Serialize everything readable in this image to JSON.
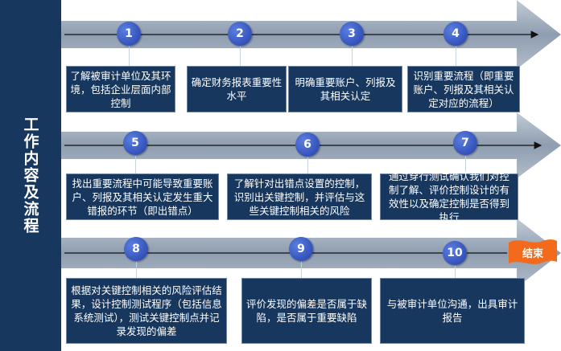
{
  "sidebar": {
    "title": "工作内容及流程"
  },
  "steps": [
    {
      "number": "1",
      "text": "了解被审计单位及其环境，包括企业层面内部控制"
    },
    {
      "number": "2",
      "text": "确定财务报表重要性水平"
    },
    {
      "number": "3",
      "text": "明确重要账户、列报及其相关认定"
    },
    {
      "number": "4",
      "text": "识别重要流程（即重要账户、列报及其相关认定对应的流程）"
    },
    {
      "number": "5",
      "text": "找出重要流程中可能导致重要账户、列报及其相关认定发生重大错报的环节（即出错点）"
    },
    {
      "number": "6",
      "text": "了解针对出错点设置的控制，识别出关键控制，并评估与这些关键控制相关的风险"
    },
    {
      "number": "7",
      "text": "通过穿行测试确认我们对控制了解、评价控制设计的有效性以及确定控制是否得到执行"
    },
    {
      "number": "8",
      "text": "根据对关键控制相关的风险评估结果，设计控制测试程序（包括信息系统测试），测试关键控制点并记录发现的偏差"
    },
    {
      "number": "9",
      "text": "评价发现的偏差是否属于缺陷，是否属于重要缺陷"
    },
    {
      "number": "10",
      "text": "与被审计单位沟通，出具审计报告"
    }
  ],
  "end_label": "结束",
  "colors": {
    "navy": "#17375e",
    "arrow": "#9aa9b9",
    "badge": "#2f4fc0",
    "flag": "#f46a1c"
  }
}
